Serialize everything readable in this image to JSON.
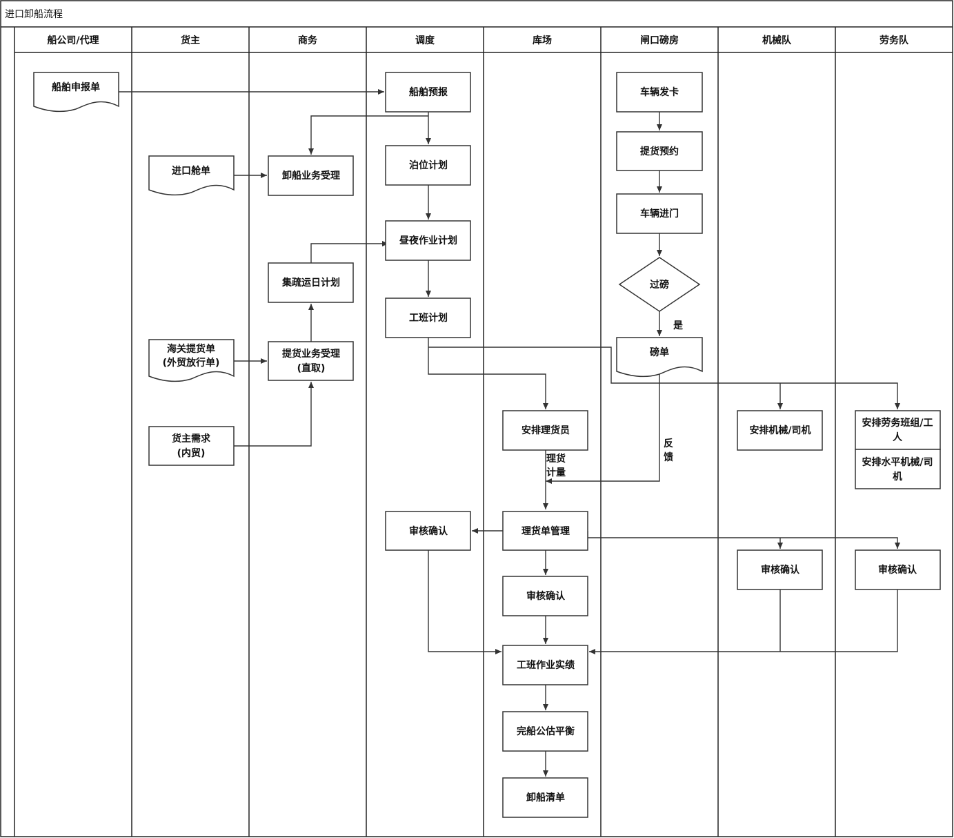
{
  "title": "进口卸船流程",
  "lanes": [
    "船公司/代理",
    "货主",
    "商务",
    "调度",
    "库场",
    "闸口磅房",
    "机械队",
    "劳务队"
  ],
  "nodes": {
    "ship_declaration": "船舶申报单",
    "ship_forecast": "船舶预报",
    "vehicle_card": "车辆发卡",
    "import_manifest": "进口舱单",
    "unload_acceptance": "卸船业务受理",
    "berth_plan": "泊位计划",
    "pickup_reservation": "提货预约",
    "day_night_plan": "昼夜作业计划",
    "vehicle_entry": "车辆进门",
    "daily_transport_plan": "集疏运日计划",
    "weighing": "过磅",
    "shift_plan": "工班计划",
    "weigh_ticket": "磅单",
    "customs_pickup_1": "海关提货单",
    "customs_pickup_2": "(外贸放行单)",
    "pickup_acceptance_1": "提货业务受理",
    "pickup_acceptance_2": "(直取)",
    "assign_tally": "安排理货员",
    "assign_machinery": "安排机械/司机",
    "assign_labor_1": "安排劳务班组/工",
    "assign_labor_2": "人",
    "assign_horizontal_1": "安排水平机械/司",
    "assign_horizontal_2": "机",
    "owner_demand_1": "货主需求",
    "owner_demand_2": "(内贸)",
    "review_dispatch": "审核确认",
    "tally_management": "理货单管理",
    "review_machinery": "审核确认",
    "review_labor": "审核确认",
    "review_yard": "审核确认",
    "shift_performance": "工班作业实绩",
    "ship_balance": "完船公估平衡",
    "unload_list": "卸船清单"
  },
  "edge_labels": {
    "yes": "是",
    "feedback_1": "反",
    "feedback_2": "馈",
    "tally_1": "理货",
    "tally_2": "计量"
  }
}
